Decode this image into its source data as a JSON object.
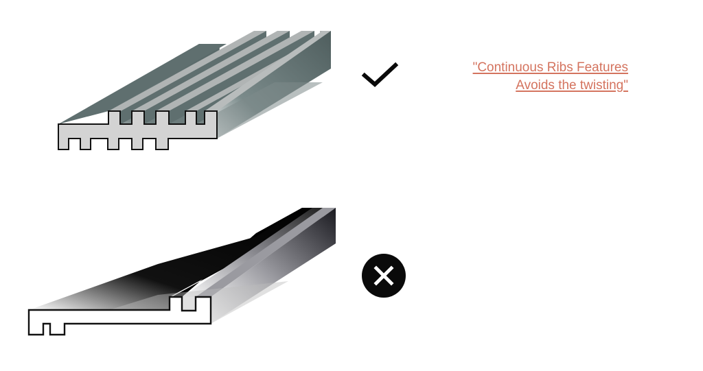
{
  "caption": {
    "line1": "\"Continuous Ribs Features",
    "line2": "Avoids the twisting\"",
    "color": "#d4735e"
  },
  "figures": [
    {
      "id": "continuous-ribs-profile",
      "verdict": "good",
      "mark": "check-icon"
    },
    {
      "id": "single-rib-profile",
      "verdict": "bad",
      "mark": "x-circle-icon"
    }
  ],
  "colors": {
    "profile_fill_top": "#d3d3d3",
    "profile_outline": "#111111",
    "extrusion_dark": "#5a6a6a",
    "extrusion_light": "#a8acac",
    "bad_extrusion": "#000000",
    "mark": "#0a0a0a"
  }
}
